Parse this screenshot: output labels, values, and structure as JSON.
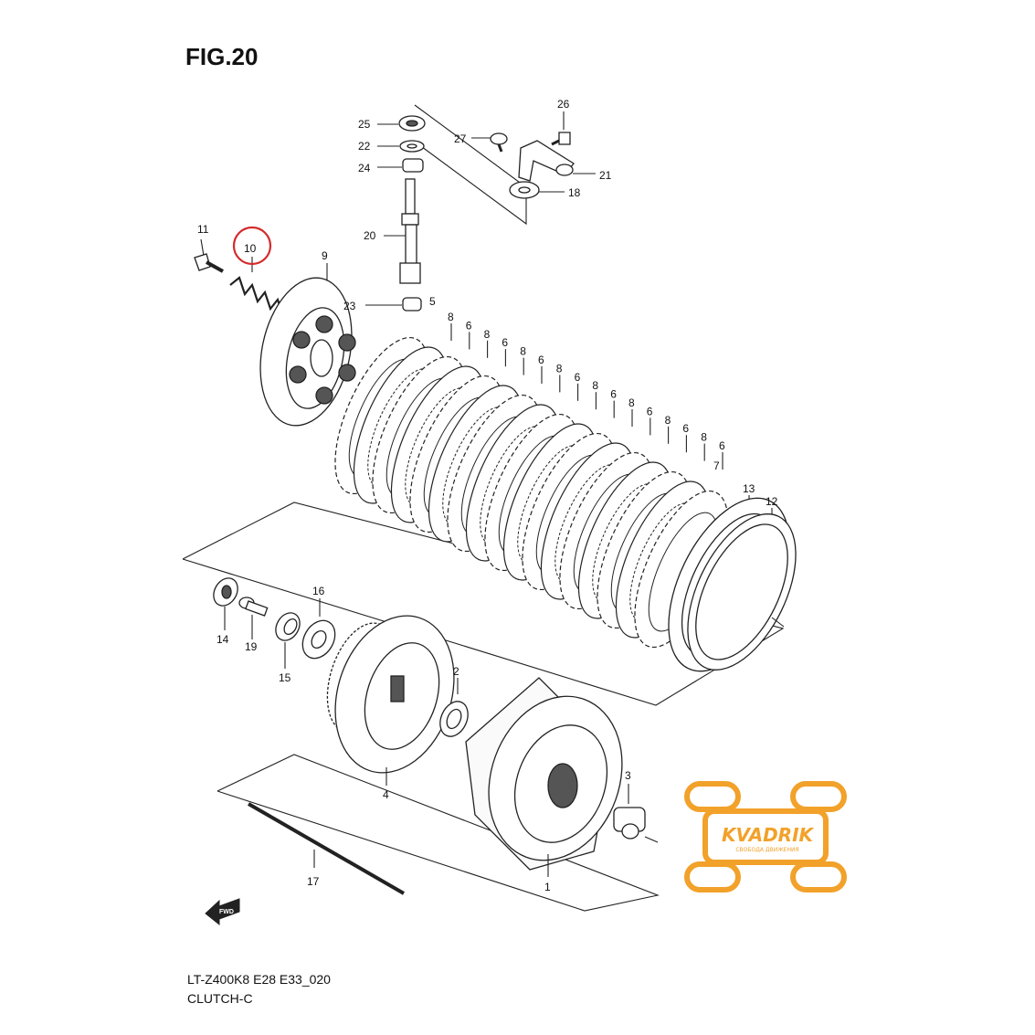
{
  "figure": {
    "title": "FIG.20",
    "model_code": "LT-Z400K8 E28 E33_020",
    "section": "CLUTCH-C"
  },
  "highlight_color": "#d42a2a",
  "highlighted_part": "10",
  "parts": [
    {
      "id": "p1",
      "label": "1"
    },
    {
      "id": "p2",
      "label": "2"
    },
    {
      "id": "p3",
      "label": "3"
    },
    {
      "id": "p4",
      "label": "4"
    },
    {
      "id": "p5",
      "label": "5"
    },
    {
      "id": "p7",
      "label": "7"
    },
    {
      "id": "p9",
      "label": "9"
    },
    {
      "id": "p10",
      "label": "10"
    },
    {
      "id": "p11",
      "label": "11"
    },
    {
      "id": "p12",
      "label": "12"
    },
    {
      "id": "p13",
      "label": "13"
    },
    {
      "id": "p14",
      "label": "14"
    },
    {
      "id": "p15",
      "label": "15"
    },
    {
      "id": "p16",
      "label": "16"
    },
    {
      "id": "p17",
      "label": "17"
    },
    {
      "id": "p18",
      "label": "18"
    },
    {
      "id": "p19",
      "label": "19"
    },
    {
      "id": "p20",
      "label": "20"
    },
    {
      "id": "p21",
      "label": "21"
    },
    {
      "id": "p22",
      "label": "22"
    },
    {
      "id": "p23",
      "label": "23"
    },
    {
      "id": "p24",
      "label": "24"
    },
    {
      "id": "p25",
      "label": "25"
    },
    {
      "id": "p26",
      "label": "26"
    },
    {
      "id": "p27",
      "label": "27"
    },
    {
      "id": "plate6",
      "label": "6"
    },
    {
      "id": "plate8",
      "label": "8"
    }
  ],
  "fwd_arrow": "FWD",
  "watermark": {
    "brand": "KVADRIK",
    "tagline": "СВОБОДА ДВИЖЕНИЯ",
    "color": "#f2a12a"
  }
}
